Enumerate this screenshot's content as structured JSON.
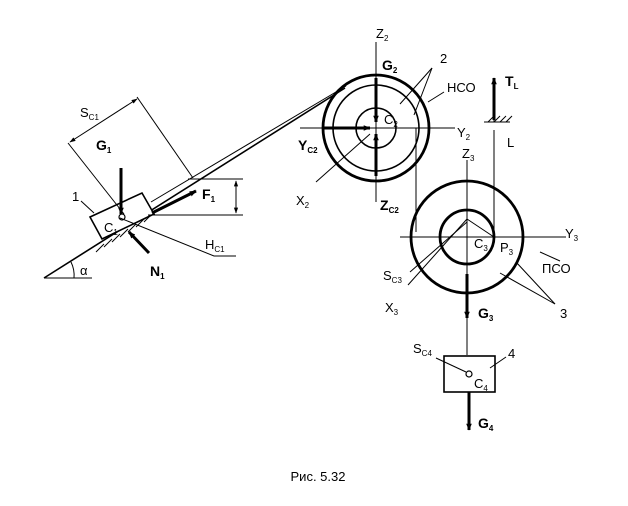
{
  "caption": "Рис. 5.32",
  "labels": {
    "s_c1": [
      "S",
      "C1"
    ],
    "g1": [
      "G",
      "1"
    ],
    "f1": [
      "F",
      "1"
    ],
    "n1": [
      "N",
      "1"
    ],
    "c1": [
      "C",
      "1"
    ],
    "h_c1": [
      "H",
      "C1"
    ],
    "num1": "1",
    "alpha": "α",
    "z2": [
      "Z",
      "2"
    ],
    "g2": [
      "G",
      "2"
    ],
    "num2": "2",
    "nso": "НСО",
    "c2": [
      "C",
      "2"
    ],
    "y2": [
      "Y",
      "2"
    ],
    "y_c2": [
      "Y",
      "C2"
    ],
    "x2": [
      "X",
      "2"
    ],
    "z_c2": [
      "Z",
      "C2"
    ],
    "t_l": [
      "T",
      "L"
    ],
    "l": "L",
    "z3": [
      "Z",
      "3"
    ],
    "c3": [
      "C",
      "3"
    ],
    "p3": [
      "P",
      "3"
    ],
    "y3": [
      "Y",
      "3"
    ],
    "pso": "ПСО",
    "s_c3": [
      "S",
      "C3"
    ],
    "x3": [
      "X",
      "3"
    ],
    "g3": [
      "G",
      "3"
    ],
    "num3": "3",
    "s_c4": [
      "S",
      "C4"
    ],
    "num4": "4",
    "c4": [
      "C",
      "4"
    ],
    "g4": [
      "G",
      "4"
    ]
  }
}
